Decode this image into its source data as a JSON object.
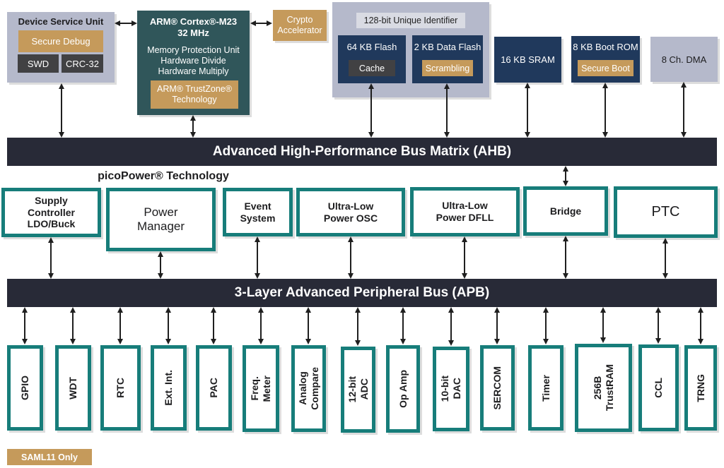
{
  "top": {
    "dsu": {
      "title": "Device Service Unit",
      "secure_debug": "Secure Debug",
      "swd": "SWD",
      "crc": "CRC-32"
    },
    "cpu": {
      "title": "ARM® Cortex®-M23",
      "clock": "32 MHz",
      "features": "Memory Protection Unit\nHardware Divide\nHardware Multiply",
      "trustzone": "ARM® TrustZone®\nTechnology"
    },
    "crypto": "Crypto\nAccelerator",
    "memory_group": {
      "label": "128-bit Unique Identifier",
      "flash": {
        "label": "64 KB Flash",
        "sub": "Cache"
      },
      "data_flash": {
        "label": "2 KB Data Flash",
        "sub": "Scrambling"
      }
    },
    "sram": "16 KB SRAM",
    "boot_rom": {
      "label": "8 KB Boot ROM",
      "sub": "Secure Boot"
    },
    "dma": "8 Ch. DMA"
  },
  "buses": {
    "ahb": "Advanced High-Performance Bus Matrix (AHB)",
    "apb": "3-Layer Advanced Peripheral Bus (APB)"
  },
  "picopower_label": "picoPower® Technology",
  "mid_row": [
    "Supply\nController\nLDO/Buck",
    "Power\nManager",
    "Event\nSystem",
    "Ultra-Low\nPower OSC",
    "Ultra-Low\nPower DFLL",
    "Bridge",
    "PTC"
  ],
  "peripherals": [
    "GPIO",
    "WDT",
    "RTC",
    "Ext. Int.",
    "PAC",
    "Freq.\nMeter",
    "Analog\nCompare",
    "12-bit\nADC",
    "Op Amp",
    "10-bit\nDAC",
    "SERCOM",
    "Timer",
    "256B\nTrustRAM",
    "CCL",
    "TRNG"
  ],
  "legend": {
    "saml11": "SAML11 Only"
  },
  "colors": {
    "saml11_highlight_tan": "#c59a5b",
    "memory_navy": "#20395c",
    "cpu_teal": "#30565a",
    "peripheral_border_teal": "#177d7a",
    "bus_dark": "#282a37",
    "group_lavender": "#b5b9cb"
  }
}
